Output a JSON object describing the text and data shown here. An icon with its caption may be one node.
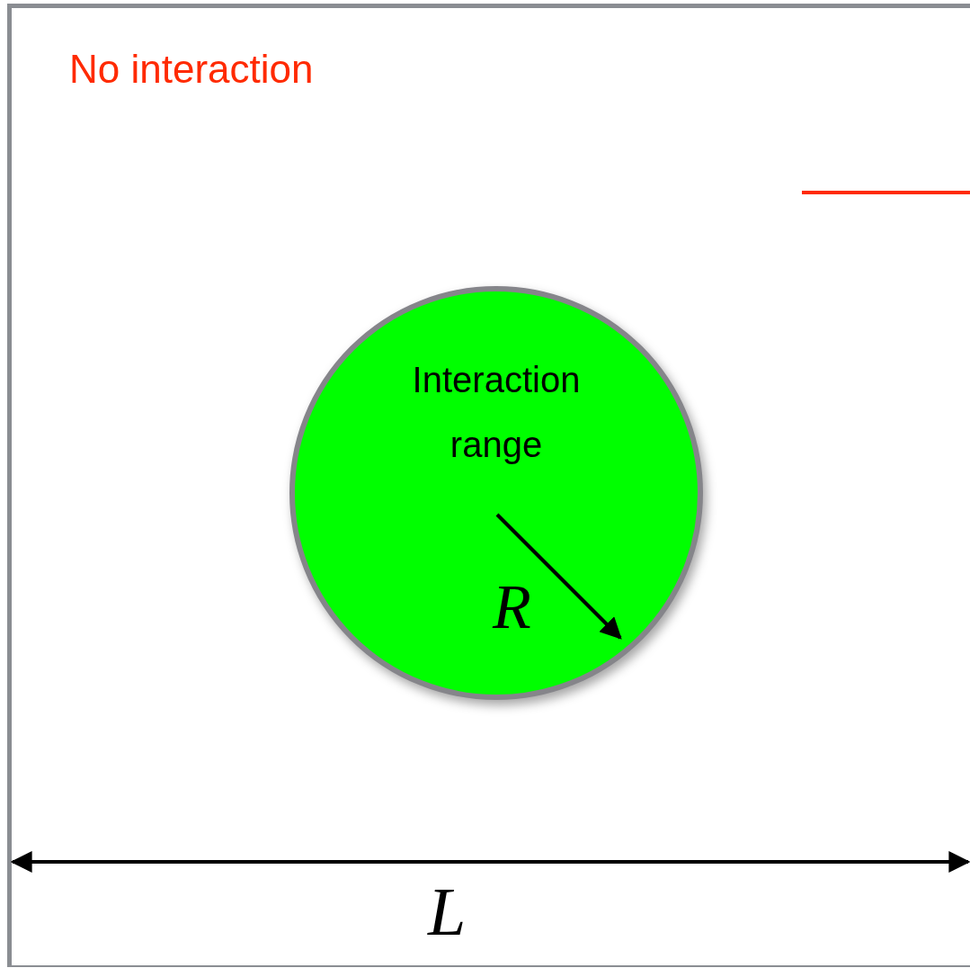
{
  "diagram": {
    "nodes": [
      {
        "text": [
          "No interaction"
        ]
      },
      {
        "text": [
          "Interaction range"
        ],
        "in": 0
      }
    ],
    "edges": [],
    "labels": [
      "R",
      "L"
    ]
  }
}
